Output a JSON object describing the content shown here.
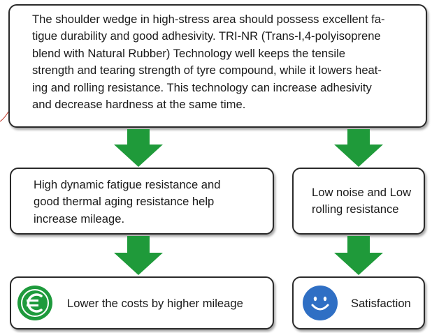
{
  "top_box": {
    "lines": [
      "The shoulder wedge in high-stress area should possess excellent fa-",
      "tigue durability and good adhesivity. TRI-NR (Trans-I,4-polyisoprene",
      "blend with Natural Rubber) Technology well keeps the tensile",
      "strength and tearing strength of tyre compound, while it lowers heat-",
      "ing and rolling resistance. This technology can increase adhesivity",
      "and decrease hardness at the same time."
    ]
  },
  "mid_left_box": {
    "lines": [
      "High dynamic fatigue resistance and",
      "good thermal aging resistance help",
      "increase mileage."
    ]
  },
  "mid_right_box": {
    "lines": [
      "Low noise and Low",
      "rolling resistance"
    ]
  },
  "bottom_left_box": {
    "label": "Lower the costs by higher mileage",
    "icon": "euro-coin-icon"
  },
  "bottom_right_box": {
    "label": "Satisfaction",
    "icon": "smiley-face-icon"
  },
  "colors": {
    "arrow_green": "#1f9a3a",
    "coin_green": "#1e9a3c",
    "smiley_blue": "#2f6fc4",
    "border": "#2a2a2a",
    "connector_red": "#c0392b"
  }
}
